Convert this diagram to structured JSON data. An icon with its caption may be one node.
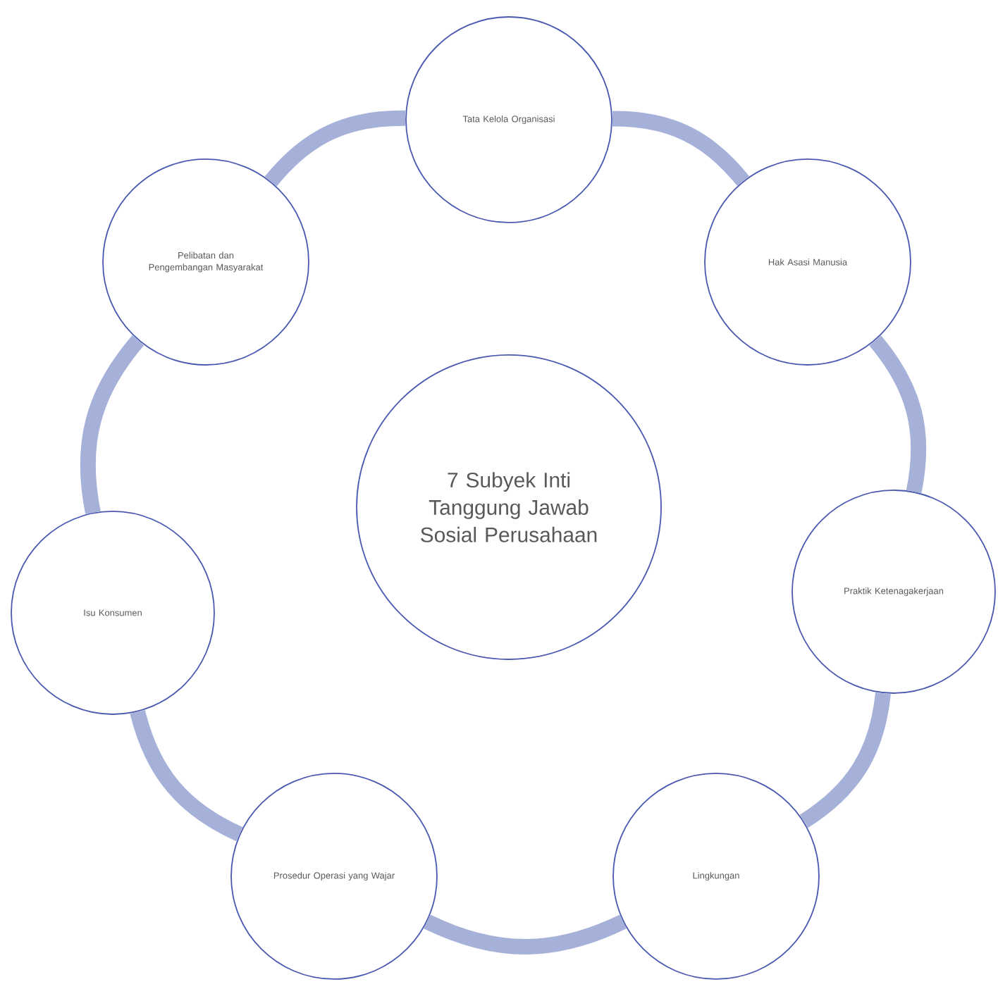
{
  "diagram": {
    "nodes": [
      {
        "text": [
          "7 Subyek Inti Tanggung Jawab Sosial Perusahaan"
        ]
      },
      {
        "text": [
          "Tata Kelola Organisasi"
        ]
      },
      {
        "text": [
          "Hak Asasi Manusia"
        ]
      },
      {
        "text": [
          "Praktik Ketenagakerjaan"
        ]
      },
      {
        "text": [
          "Lingkungan"
        ]
      },
      {
        "text": [
          "Prosedur Operasi yang Wajar"
        ]
      },
      {
        "text": [
          "Isu Konsumen"
        ]
      },
      {
        "text": [
          "Pelibatan dan Pengembangan Masyarakat"
        ]
      }
    ],
    "edges": [
      {
        "from": 1,
        "to": 2,
        "arrow": "none"
      },
      {
        "from": 2,
        "to": 3,
        "arrow": "none"
      },
      {
        "from": 3,
        "to": 4,
        "arrow": "none"
      },
      {
        "from": 4,
        "to": 5,
        "arrow": "none"
      },
      {
        "from": 5,
        "to": 6,
        "arrow": "none"
      },
      {
        "from": 6,
        "to": 7,
        "arrow": "none"
      },
      {
        "from": 7,
        "to": 1,
        "arrow": "none"
      }
    ]
  }
}
